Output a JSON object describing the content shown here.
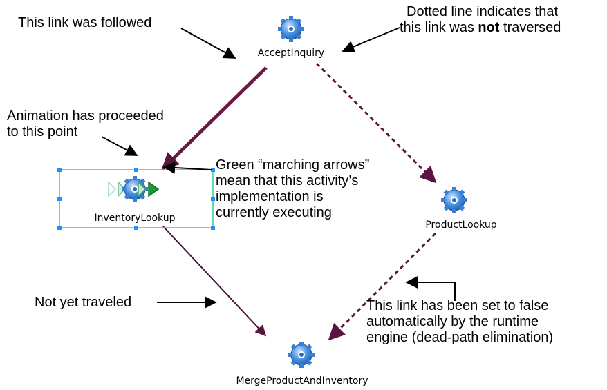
{
  "nodes": {
    "accept": {
      "label": "AcceptInquiry",
      "icon": "gear-icon"
    },
    "inventory": {
      "label": "InventoryLookup",
      "icon": "gear-icon",
      "status": "currently executing",
      "selected": true
    },
    "product": {
      "label": "ProductLookup",
      "icon": "gear-icon"
    },
    "merge": {
      "label": "MergeProductAndInventory",
      "icon": "gear-icon"
    }
  },
  "links": {
    "accept_to_inventory": {
      "state": "followed",
      "style": "solid-thick"
    },
    "accept_to_product": {
      "state": "not traversed",
      "style": "dotted"
    },
    "inventory_to_merge": {
      "state": "not yet traveled",
      "style": "solid-thin"
    },
    "product_to_merge": {
      "state": "set to false (dead-path elimination)",
      "style": "dotted"
    }
  },
  "annotations": {
    "followed": "This link was followed",
    "dotted": {
      "line1": "Dotted line indicates that",
      "line2_before": "this link was ",
      "line2_bold": "not",
      "line2_after": " traversed"
    },
    "animation": {
      "line1": "Animation has proceeded",
      "line2": "to this point"
    },
    "marching": {
      "line1": "Green “marching arrows”",
      "line2": "mean that this activity’s",
      "line3": "implementation is",
      "line4": "currently executing"
    },
    "not_traveled": "Not yet traveled",
    "false_link": {
      "line1": "This link has been set to false",
      "line2": "automatically by the runtime",
      "line3": "engine (dead-path elimination)"
    }
  },
  "colors": {
    "link": "#5a1440",
    "selection_border": "#33cc99",
    "handle": "#1e90ff",
    "gear": "#3a7fd0",
    "marching_arrow": "#1a9a3a"
  }
}
